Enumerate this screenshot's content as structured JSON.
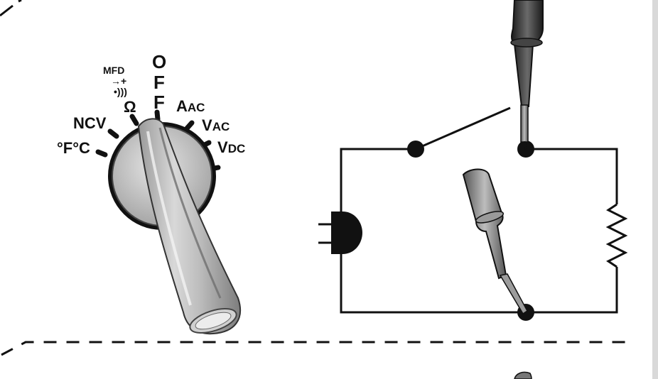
{
  "dial": {
    "positions": {
      "off_letters": [
        "O",
        "F",
        "F"
      ],
      "aac_main": "A",
      "aac_sub": "AC",
      "vac_main": "V",
      "vac_sub": "AC",
      "vdc_main": "V",
      "vdc_sub": "DC",
      "ncv": "NCV",
      "temp": "°F°C",
      "mfd": "MFD",
      "ohm": "Ω",
      "diode_symbol": "→+",
      "continuity_symbol": "•)))"
    }
  },
  "circuit": {
    "components": [
      "switch",
      "lamp",
      "resistor",
      "probe-red",
      "probe-black"
    ]
  },
  "colors": {
    "line": "#111111",
    "knob_light": "#d4d4d4",
    "knob_dark": "#8a8a8a",
    "probe_dark": "#2a2a2a",
    "scrollbar": "#d9d9d9"
  }
}
